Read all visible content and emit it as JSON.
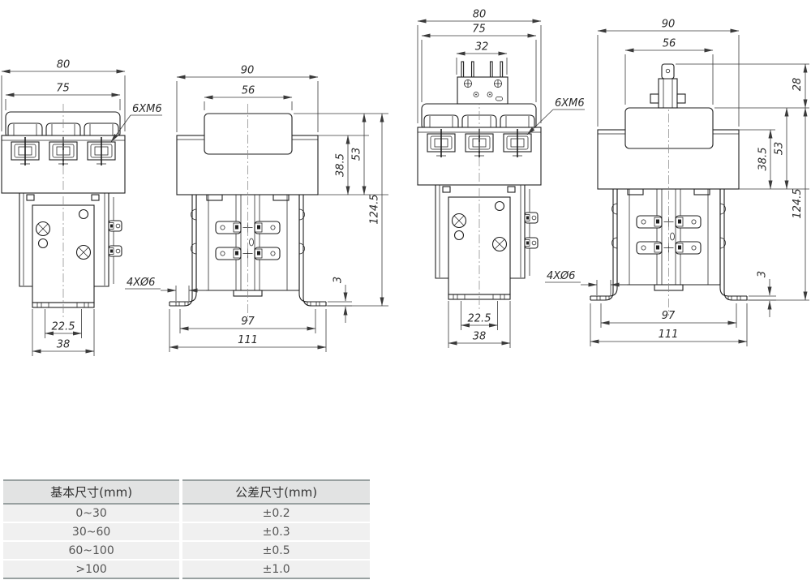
{
  "drawings": {
    "front_left": {
      "width_outer": "80",
      "width_top": "75",
      "thread_label": "6XM6",
      "base_inner": "22.5",
      "base_outer": "38"
    },
    "side_left": {
      "width_outer": "90",
      "width_top": "56",
      "height_body": "38.5",
      "height_block": "53",
      "height_total": "124.5",
      "foot_thickness": "3",
      "hole_span": "97",
      "base_span": "111",
      "hole_label": "4XØ6"
    },
    "front_right": {
      "width_outer": "80",
      "width_top": "75",
      "connector_width": "32",
      "thread_label": "6XM6",
      "base_inner": "22.5",
      "base_outer": "38"
    },
    "side_right": {
      "width_outer": "90",
      "width_top": "56",
      "shaft_height": "28",
      "height_body": "38.5",
      "height_block": "53",
      "height_total": "124.5",
      "foot_thickness": "3",
      "hole_span": "97",
      "base_span": "111",
      "hole_label": "4XØ6"
    }
  },
  "table": {
    "headers": [
      "基本尺寸(mm)",
      "公差尺寸(mm)"
    ],
    "rows": [
      {
        "basic": "0~30",
        "tolerance": "±0.2"
      },
      {
        "basic": "30~60",
        "tolerance": "±0.3"
      },
      {
        "basic": "60~100",
        "tolerance": "±0.5"
      },
      {
        "basic": ">100",
        "tolerance": "±1.0"
      }
    ]
  },
  "colors": {
    "line": "#1f1f1f",
    "dimension": "#3a3a3a",
    "table_header_bg": "#e2e3e3",
    "table_row_bg": "#f0f0f0",
    "table_border": "#98a0a0"
  }
}
